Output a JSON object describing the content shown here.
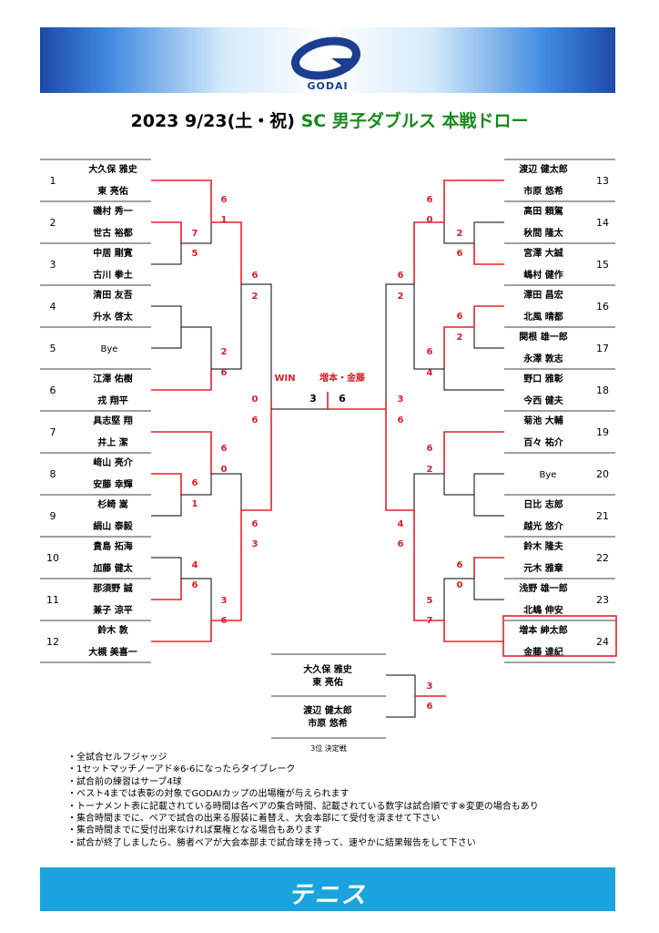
{
  "header": {
    "logo_text": "GODAI",
    "title_date": "2023  9/23(土・祝)",
    "title_event": "SC 男子ダブルス  本戦ドロー"
  },
  "colors": {
    "win_line": "#e8202a",
    "score": "#d8202a",
    "title_green": "#178a1e",
    "footer_blue": "#1aa3dc"
  },
  "left_entries": [
    {
      "seed": "1",
      "p1": "大久保  雅史",
      "p2": "東  亮佑"
    },
    {
      "seed": "2",
      "p1": "磯村  秀一",
      "p2": "世古  裕都"
    },
    {
      "seed": "3",
      "p1": "中居  剛寛",
      "p2": "古川  拳土"
    },
    {
      "seed": "4",
      "p1": "清田  友吾",
      "p2": "升水  啓太"
    },
    {
      "seed": "5",
      "p1": "Bye",
      "p2": ""
    },
    {
      "seed": "6",
      "p1": "江澤  佑樹",
      "p2": "戎  翔平"
    },
    {
      "seed": "7",
      "p1": "具志堅  翔",
      "p2": "井上  潔"
    },
    {
      "seed": "8",
      "p1": "﨑山  亮介",
      "p2": "安藤  幸輝"
    },
    {
      "seed": "9",
      "p1": "杉崎  嵩",
      "p2": "絹山  泰毅"
    },
    {
      "seed": "10",
      "p1": "貴島  拓海",
      "p2": "加藤  健太"
    },
    {
      "seed": "11",
      "p1": "那須野  誠",
      "p2": "兼子  涼平"
    },
    {
      "seed": "12",
      "p1": "鈴木  敦",
      "p2": "大槻  美喜一"
    }
  ],
  "right_entries": [
    {
      "seed": "13",
      "p1": "渡辺  健太郎",
      "p2": "市原  悠希"
    },
    {
      "seed": "14",
      "p1": "高田  頼駕",
      "p2": "秋間  隆太"
    },
    {
      "seed": "15",
      "p1": "宮澤  大誠",
      "p2": "嶋村  健作"
    },
    {
      "seed": "16",
      "p1": "澤田  昌宏",
      "p2": "北風  晴都"
    },
    {
      "seed": "17",
      "p1": "関根  雄一郎",
      "p2": "永澤  敦志"
    },
    {
      "seed": "18",
      "p1": "野口  雅彰",
      "p2": "今西  健夫"
    },
    {
      "seed": "19",
      "p1": "菊池  大輔",
      "p2": "百々  祐介"
    },
    {
      "seed": "20",
      "p1": "Bye",
      "p2": ""
    },
    {
      "seed": "21",
      "p1": "日比  志郎",
      "p2": "越光  悠介"
    },
    {
      "seed": "22",
      "p1": "鈴木  隆夫",
      "p2": "元木  雅章"
    },
    {
      "seed": "23",
      "p1": "浅野  雄一郎",
      "p2": "北嶋  伸安"
    },
    {
      "seed": "24",
      "p1": "増本  紳太郎",
      "p2": "金藤  達紀"
    }
  ],
  "final": {
    "win_label": "WIN",
    "champion": "増本・金藤",
    "score_left": "3",
    "score_right": "6"
  },
  "third_place": {
    "team1_p1": "大久保  雅史",
    "team1_p2": "東  亮佑",
    "team2_p1": "渡辺  健太郎",
    "team2_p2": "市原  悠希",
    "score1": "3",
    "score2": "6",
    "label": "3位  決定戦"
  },
  "notes": [
    "・全試合セルフジャッジ",
    "・1セットマッチノーアド※6-6になったらタイブレーク",
    "・試合前の練習はサーブ4球",
    "・ベスト4までは表彰の対象でGODAIカップの出場権が与えられます",
    "・トーナメント表に記載されている時間は各ペアの集合時間、記載されている数字は試合順です※変更の場合もあり",
    "・集合時間までに、ペアで試合の出来る服装に着替え、大会本部にて受付を済ませて下さい",
    "・集合時間までに受付出来なければ棄権となる場合もあります",
    "・試合が終了しましたら、勝者ペアが大会本部まで試合球を持って、速やかに結果報告をして下さい"
  ],
  "footer": {
    "text": "テニス"
  }
}
